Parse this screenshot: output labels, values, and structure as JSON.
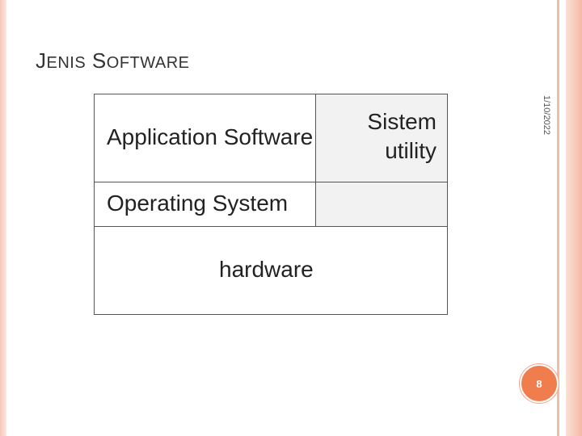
{
  "slide": {
    "title_first_letter_1": "J",
    "title_rest_1": "ENIS",
    "title_space": " ",
    "title_first_letter_2": "S",
    "title_rest_2": "OFTWARE",
    "date": "1/10/2022",
    "page_number": "8"
  },
  "diagram": {
    "application_software": "Application Software",
    "sistem_utility": "Sistem utility",
    "operating_system": "Operating System",
    "hardware": "hardware"
  },
  "colors": {
    "accent_orange": "#ef7d4d",
    "border_peach": "#f3bca7",
    "utility_fill": "#f2f2f2"
  }
}
